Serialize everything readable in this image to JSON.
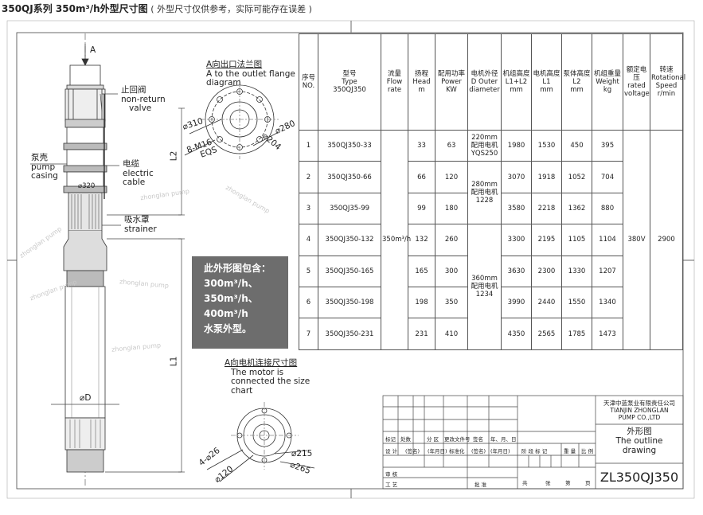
{
  "title": {
    "main": "350QJ系列 350m³/h外型尺寸图",
    "note": "( 外型尺寸仅供参考，实际可能存在误差 )"
  },
  "labels": {
    "arrow_a": "A",
    "check_valve_cn": "止回阀",
    "check_valve_en1": "non-return",
    "check_valve_en2": "valve",
    "casing_cn": "泵壳",
    "casing_en1": "pump",
    "casing_en2": "casing",
    "cable_cn": "电缆",
    "cable_en1": "electric",
    "cable_en2": "cable",
    "strainer_cn": "吸水罩",
    "strainer_en": "strainer"
  },
  "dims": {
    "phi320": "⌀320",
    "L2": "L2",
    "L1": "L1",
    "phiD": "⌀D"
  },
  "flange_view": {
    "title_cn": "A向出口法兰图",
    "title_en1": "A to the outlet flange",
    "title_en2": "diagram",
    "d310": "⌀310",
    "d280": "⌀280",
    "d204": "⌀204",
    "bolts1": "8-M16",
    "bolts2": "EQS"
  },
  "motor_view": {
    "title_cn": "A向电机连接尺寸图",
    "title_en1": "The motor is",
    "title_en2": "connected the size",
    "title_en3": "chart",
    "d26": "4-⌀26",
    "d120": "⌀120",
    "d215": "⌀215",
    "d265": "⌀265"
  },
  "note_box": [
    "此外形图包含：",
    "300m³/h、",
    "350m³/h、",
    "400m³/h",
    "水泵外型。"
  ],
  "watermark": "zhonglan pump",
  "table": {
    "headers": [
      [
        "序号",
        "NO."
      ],
      [
        "型号",
        "Type",
        "350QJ350"
      ],
      [
        "流量",
        "Flow",
        "rate"
      ],
      [
        "扬程",
        "Head",
        "m"
      ],
      [
        "配用功率",
        "Power",
        "KW"
      ],
      [
        "电机外径",
        "D  Outer",
        "diameter"
      ],
      [
        "机组高度",
        "L1+L2",
        "mm"
      ],
      [
        "电机高度",
        "L1",
        "mm"
      ],
      [
        "泵体高度",
        "L2",
        "mm"
      ],
      [
        "机组重量",
        "Weight",
        "kg"
      ],
      [
        "额定电压",
        "rated",
        "voltage"
      ],
      [
        "转速",
        "Rotational",
        "Speed",
        "r/min"
      ]
    ],
    "rows": [
      {
        "no": "1",
        "type": "350QJ350-33",
        "head": "33",
        "power": "63",
        "total": "1980",
        "l1": "1530",
        "l2": "450",
        "weight": "395"
      },
      {
        "no": "2",
        "type": "350QJ350-66",
        "head": "66",
        "power": "120",
        "total": "3070",
        "l1": "1918",
        "l2": "1052",
        "weight": "704"
      },
      {
        "no": "3",
        "type": "350QJ35-99",
        "head": "99",
        "power": "180",
        "total": "3580",
        "l1": "2218",
        "l2": "1362",
        "weight": "880"
      },
      {
        "no": "4",
        "type": "350QJ350-132",
        "head": "132",
        "power": "260",
        "total": "3300",
        "l1": "2195",
        "l2": "1105",
        "weight": "1104"
      },
      {
        "no": "5",
        "type": "350QJ350-165",
        "head": "165",
        "power": "300",
        "total": "3630",
        "l1": "2300",
        "l2": "1330",
        "weight": "1207"
      },
      {
        "no": "6",
        "type": "350QJ350-198",
        "head": "198",
        "power": "350",
        "total": "3990",
        "l1": "2440",
        "l2": "1550",
        "weight": "1340"
      },
      {
        "no": "7",
        "type": "350QJ350-231",
        "head": "231",
        "power": "410",
        "total": "4350",
        "l1": "2565",
        "l2": "1785",
        "weight": "1473"
      }
    ],
    "flow": "350m³/h",
    "diam_groups": [
      [
        "220mm",
        "配用电机",
        "YQS250"
      ],
      [
        "280mm",
        "配用电机",
        "1228"
      ],
      [
        "360mm",
        "配用电机",
        "1234"
      ]
    ],
    "voltage": "380V",
    "speed": "2900"
  },
  "title_block": {
    "company_cn": "天津中蓝泵业有限责任公司",
    "company_en1": "TIANJIN ZHONGLAN",
    "company_en2": "PUMP CO.,LTD",
    "outline_cn": "外形图",
    "outline_en1": "The outline",
    "outline_en2": "drawing",
    "code": "ZL350QJ350",
    "rev_headers": [
      "标记",
      "处数",
      "分 区",
      "更改文件号",
      "签名",
      "年、月、日"
    ],
    "design_row": [
      "设 计",
      "(签名)",
      "(年月日)",
      "标准化",
      "(签名)",
      "(年月日)"
    ],
    "stage_row": [
      "阶 段 标 记",
      "重 量",
      "比 例"
    ],
    "review": "审 核",
    "process": "工 艺",
    "approve": "批 准",
    "sheets": [
      "共",
      "张",
      "第",
      "页"
    ]
  }
}
